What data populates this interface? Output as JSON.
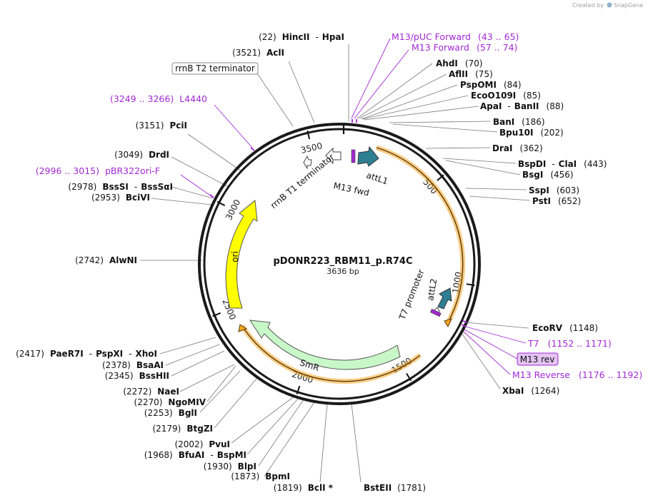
{
  "title": "pDONR223_RBM11_p.R74C",
  "length": "3636 bp",
  "watermark": {
    "prefix": "Created by",
    "brand": "SnapGene"
  },
  "colors": {
    "primer": "#a229d4",
    "orange_feature": "#f5a623",
    "yellow_feature": "#ffff00",
    "green_feature": "#c8f7c8",
    "teal_feature": "#2f7f93"
  },
  "ticks": [
    {
      "label": "500",
      "pos": 500
    },
    {
      "label": "1000",
      "pos": 1000
    },
    {
      "label": "1500",
      "pos": 1500
    },
    {
      "label": "2000",
      "pos": 2000
    },
    {
      "label": "2500",
      "pos": 2500
    },
    {
      "label": "3000",
      "pos": 3000
    },
    {
      "label": "3500",
      "pos": 3500
    }
  ],
  "features": [
    {
      "name": "attL1",
      "type": "teal"
    },
    {
      "name": "attL2",
      "type": "teal"
    },
    {
      "name": "SmR",
      "type": "green"
    },
    {
      "name": "ori",
      "type": "yellow"
    },
    {
      "name": "rrnB T1 terminator",
      "type": "outline"
    },
    {
      "name": "T7 promoter",
      "type": "outline"
    },
    {
      "name": "M13 fwd",
      "type": "primer"
    }
  ],
  "labels": [
    {
      "name": "HincII",
      "sep": "-",
      "name2": "HpaI",
      "pos": "(22)"
    },
    {
      "name": "AclI",
      "pos": "(3521)"
    },
    {
      "name": "rrnB T2 terminator",
      "boxed": true
    },
    {
      "name": "L4440",
      "range": "(3249 .. 3266)",
      "primer": true
    },
    {
      "name": "PciI",
      "pos": "(3151)"
    },
    {
      "name": "DrdI",
      "pos": "(3049)"
    },
    {
      "name": "pBR322ori-F",
      "range": "(2996 .. 3015)",
      "primer": true
    },
    {
      "name": "BssSI",
      "sep": "-",
      "name2": "BssSαI",
      "pos": "(2978)"
    },
    {
      "name": "BciVI",
      "pos": "(2953)"
    },
    {
      "name": "AlwNI",
      "pos": "(2742)"
    },
    {
      "name": "PaeR7I",
      "sep": "-",
      "name2": "PspXI",
      "sep2": "-",
      "name3": "XhoI",
      "pos": "(2417)"
    },
    {
      "name": "BsaAI",
      "pos": "(2378)"
    },
    {
      "name": "BssHII",
      "pos": "(2345)"
    },
    {
      "name": "NaeI",
      "pos": "(2272)"
    },
    {
      "name": "NgoMIV",
      "pos": "(2270)"
    },
    {
      "name": "BglI",
      "pos": "(2253)"
    },
    {
      "name": "BtgZI",
      "pos": "(2179)"
    },
    {
      "name": "PvuI",
      "pos": "(2002)"
    },
    {
      "name": "BfuAI",
      "sep": "-",
      "name2": "BspMI",
      "pos": "(1968)"
    },
    {
      "name": "BlpI",
      "pos": "(1930)"
    },
    {
      "name": "BpmI",
      "pos": "(1873)"
    },
    {
      "name": "BclI *",
      "pos": "(1819)"
    },
    {
      "name": "BstEII",
      "pos": "(1781)"
    },
    {
      "name": "M13/pUC Forward",
      "range": "(43 .. 65)",
      "primer": true
    },
    {
      "name": "M13 Forward",
      "range": "(57 .. 74)",
      "primer": true
    },
    {
      "name": "AhdI",
      "pos": "(70)"
    },
    {
      "name": "AflII",
      "pos": "(75)"
    },
    {
      "name": "PspOMI",
      "pos": "(84)"
    },
    {
      "name": "EcoO109I",
      "pos": "(85)"
    },
    {
      "name": "ApaI",
      "sep": "-",
      "name2": "BanII",
      "pos": "(88)"
    },
    {
      "name": "BanI",
      "pos": "(186)"
    },
    {
      "name": "Bpu10I",
      "pos": "(202)"
    },
    {
      "name": "DraI",
      "pos": "(362)"
    },
    {
      "name": "BspDI",
      "sep": "-",
      "name2": "ClaI",
      "pos": "(443)"
    },
    {
      "name": "BsgI",
      "pos": "(456)"
    },
    {
      "name": "SspI",
      "pos": "(603)"
    },
    {
      "name": "PstI",
      "pos": "(652)"
    },
    {
      "name": "EcoRV",
      "pos": "(1148)"
    },
    {
      "name": "T7",
      "range": "(1152 .. 1171)",
      "primer": true
    },
    {
      "name": "M13 rev",
      "boxed": true,
      "primer": true
    },
    {
      "name": "M13 Reverse",
      "range": "(1176 .. 1192)",
      "primer": true
    },
    {
      "name": "XbaI",
      "pos": "(1264)"
    }
  ]
}
